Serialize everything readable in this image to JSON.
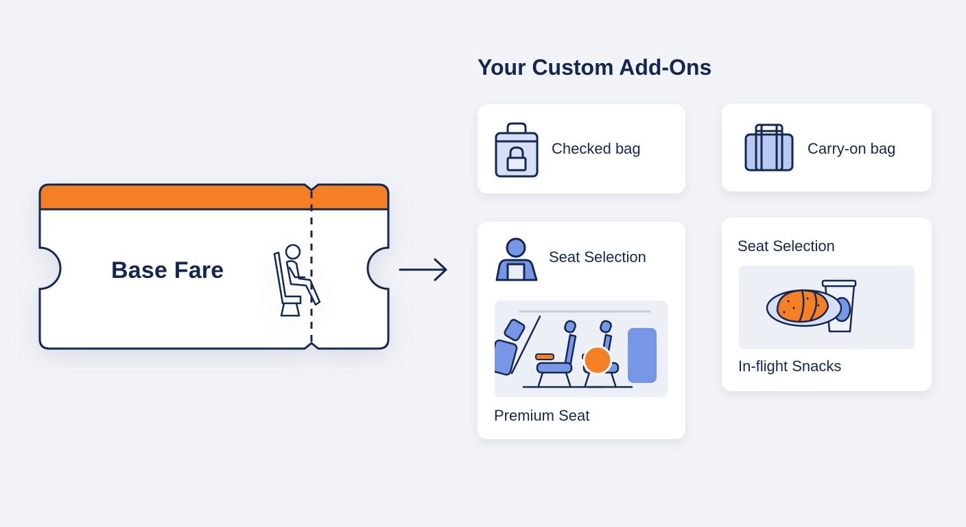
{
  "ticket": {
    "label": "Base Fare",
    "header_color": "#f57f25",
    "outline_color": "#132750",
    "icon": "seated-passenger-icon"
  },
  "arrow": {
    "icon": "arrow-right-icon"
  },
  "addons": {
    "title": "Your Custom Add-Ons",
    "cards": [
      {
        "label": "Checked bag",
        "icon": "checked-bag-lock-icon"
      },
      {
        "label": "Carry-on bag",
        "icon": "carry-on-bag-icon"
      },
      {
        "label": "Seat Selection",
        "sublabel": "Premium Seat",
        "icon": "passenger-seat-icon",
        "image": "premium-seat-illustration"
      },
      {
        "label": "Seat Selection",
        "sublabel": "In-flight Snacks",
        "image": "snack-and-drink-illustration"
      }
    ]
  },
  "colors": {
    "background": "#f1f3f7",
    "navy": "#132750",
    "orange": "#f57f25",
    "blue": "#7896e6",
    "light_blue": "#d6dff5"
  }
}
